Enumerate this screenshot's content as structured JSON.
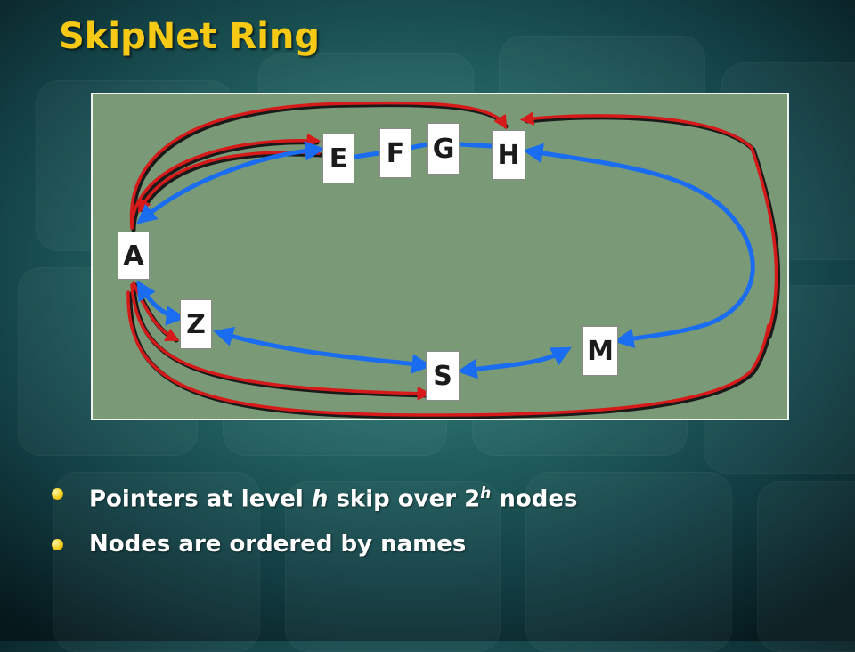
{
  "title": "SkipNet Ring",
  "colors": {
    "title": "#f6c915",
    "panel": "#7a9a77",
    "ring_link": "#1a6cf0",
    "skip_link": "#d61a1a",
    "skip_link_shadow": "#1a1a1a",
    "bullet": "#f3cf19"
  },
  "nodes": {
    "a": "A",
    "e": "E",
    "f": "F",
    "g": "G",
    "h": "H",
    "m": "M",
    "s": "S",
    "z": "Z"
  },
  "bullets": [
    {
      "pre": "Pointers at level ",
      "var": "h",
      "mid": " skip over 2",
      "sup": "h",
      "post": " nodes"
    },
    {
      "text": "Nodes are ordered by names"
    }
  ]
}
